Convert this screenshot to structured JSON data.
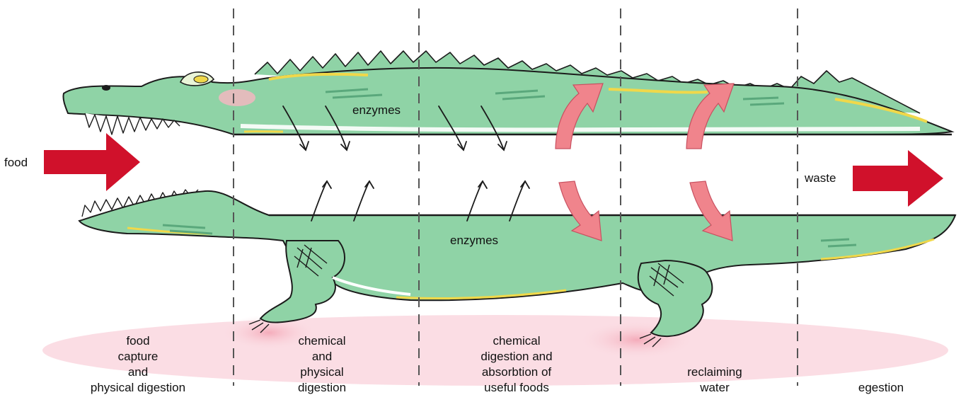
{
  "labels": {
    "input": "food",
    "output": "waste",
    "enzymes_top": "enzymes",
    "enzymes_bottom": "enzymes"
  },
  "stages": [
    {
      "lines": [
        "food",
        "capture",
        "and",
        "physical digestion"
      ]
    },
    {
      "lines": [
        "chemical",
        "and",
        "physical",
        "digestion"
      ]
    },
    {
      "lines": [
        "chemical",
        "digestion and",
        "absorbtion of",
        "useful foods"
      ]
    },
    {
      "lines": [
        "reclaiming",
        "water"
      ]
    },
    {
      "lines": [
        "egestion"
      ]
    }
  ],
  "colors": {
    "body": "#8fd3a6",
    "body_dark": "#5aa87c",
    "outline": "#1b1b1b",
    "stripe": "#f0d84a",
    "big_arrow": "#d0112b",
    "water_arrow": "#f0848c",
    "shadow": "#f7c6cf",
    "divider": "#555555"
  }
}
